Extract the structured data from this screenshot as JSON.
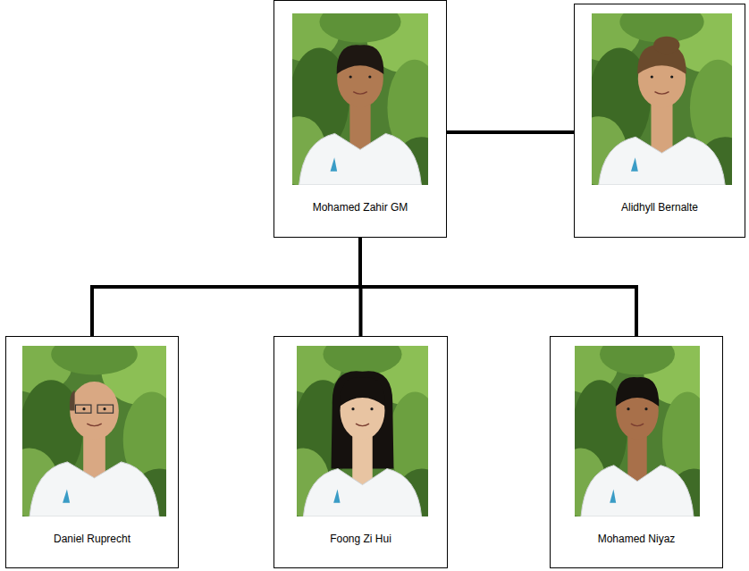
{
  "diagram": {
    "nodes": [
      {
        "text": [
          "Mohamed Zahir GM"
        ]
      },
      {
        "text": [
          "Alidhyll Bernalte"
        ]
      },
      {
        "text": [
          "Daniel Ruprecht"
        ]
      },
      {
        "text": [
          "Foong Zi Hui"
        ]
      },
      {
        "text": [
          "Mohamed Niyaz"
        ]
      }
    ],
    "edges": [
      {
        "from": 0,
        "to": 1,
        "arrow": "none"
      },
      {
        "from": 0,
        "to": 2,
        "arrow": "none"
      },
      {
        "from": 0,
        "to": 3,
        "arrow": "none"
      },
      {
        "from": 0,
        "to": 4,
        "arrow": "none"
      }
    ]
  }
}
